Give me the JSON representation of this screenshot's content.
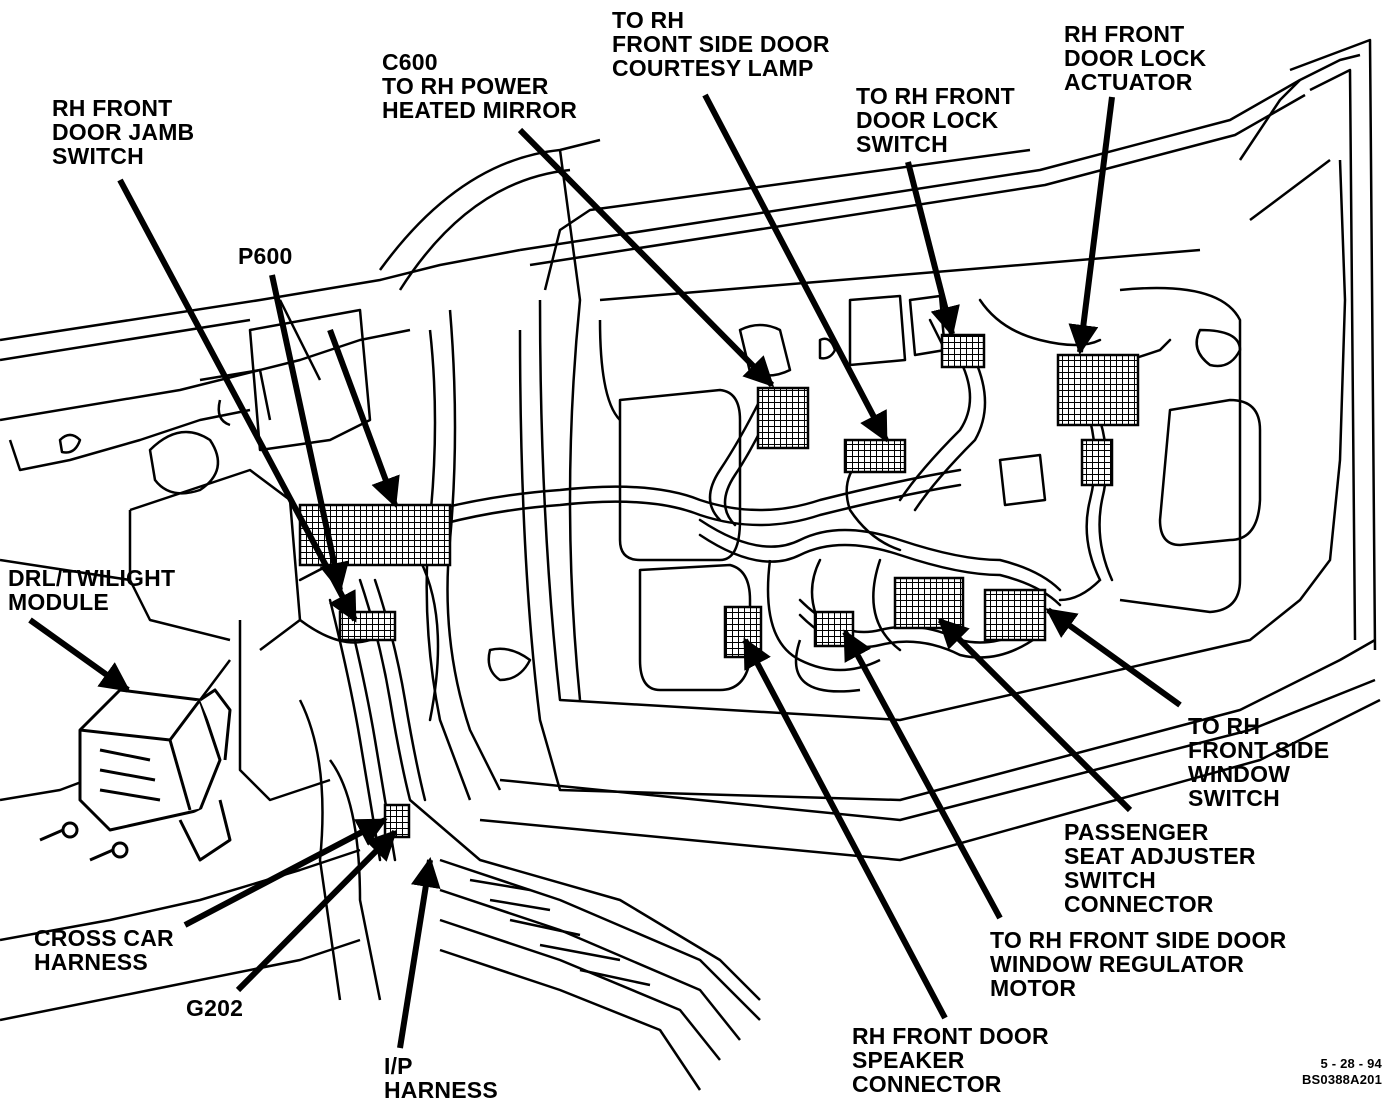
{
  "labels": {
    "jamb_switch": [
      "RH FRONT",
      "DOOR JAMB",
      "SWITCH"
    ],
    "c600": [
      "C600",
      "TO RH POWER",
      "HEATED MIRROR"
    ],
    "courtesy_lamp": [
      "TO RH",
      "FRONT SIDE DOOR",
      "COURTESY LAMP"
    ],
    "lock_switch": [
      "TO RH FRONT",
      "DOOR LOCK",
      "SWITCH"
    ],
    "lock_actuator": [
      "RH FRONT",
      "DOOR LOCK",
      "ACTUATOR"
    ],
    "p600": [
      "P600"
    ],
    "drl_module": [
      "DRL/TWILIGHT",
      "MODULE"
    ],
    "window_switch": [
      "TO RH",
      "FRONT SIDE",
      "WINDOW",
      "SWITCH"
    ],
    "seat_adjuster": [
      "PASSENGER",
      "SEAT ADJUSTER",
      "SWITCH",
      "CONNECTOR"
    ],
    "cross_car": [
      "CROSS CAR",
      "HARNESS"
    ],
    "regulator_motor": [
      "TO RH FRONT SIDE DOOR",
      "WINDOW REGULATOR",
      "MOTOR"
    ],
    "g202": [
      "G202"
    ],
    "ip_harness": [
      "I/P",
      "HARNESS"
    ],
    "speaker": [
      "RH FRONT DOOR",
      "SPEAKER",
      "CONNECTOR"
    ]
  },
  "footer": {
    "date": "5 - 28 - 94",
    "code": "BS0388A201"
  }
}
